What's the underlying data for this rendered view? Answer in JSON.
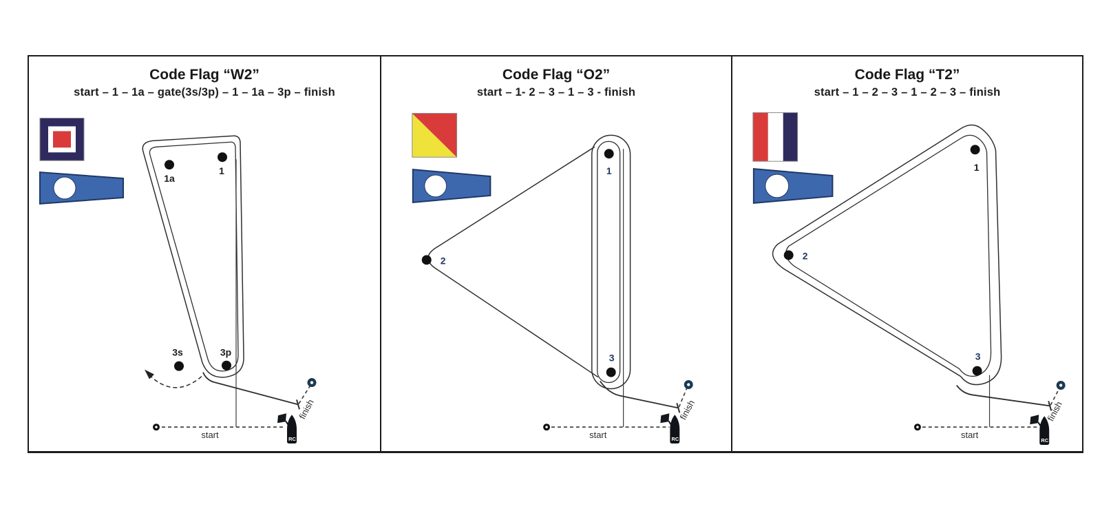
{
  "colors": {
    "frame_border": "#1c1c1c",
    "course_line": "#2e2e2e",
    "flag_navy": "#2e2a5e",
    "flag_red": "#d93b3b",
    "flag_yellow": "#efe23b",
    "flag_white": "#ffffff",
    "pennant_blue": "#3e68ae",
    "pennant_border": "#1f3864",
    "buoy_navy": "#1b3a52",
    "boat_black": "#101418",
    "mark_label_dark": "#1a1a1a",
    "mark_label_navy": "#1f3864"
  },
  "panels": [
    {
      "title": "Code Flag “W2”",
      "sequence": "start – 1 – 1a – gate(3s/3p) – 1 – 1a – 3p – finish",
      "flag_code": "W",
      "pennant": "numeral-2-pennant",
      "marks": [
        {
          "label": "1a"
        },
        {
          "label": "1"
        },
        {
          "label": "3s"
        },
        {
          "label": "3p"
        }
      ],
      "start_label": "start",
      "finish_label": "finish",
      "rc_label": "RC"
    },
    {
      "title": "Code Flag “O2”",
      "sequence": "start – 1- 2 – 3 – 1 – 3 - finish",
      "flag_code": "O",
      "pennant": "numeral-2-pennant",
      "marks": [
        {
          "label": "1"
        },
        {
          "label": "2"
        },
        {
          "label": "3"
        }
      ],
      "start_label": "start",
      "finish_label": "finish",
      "rc_label": "RC"
    },
    {
      "title": "Code Flag “T2”",
      "sequence": "start – 1 – 2 – 3 – 1 – 2 – 3 – finish",
      "flag_code": "T",
      "pennant": "numeral-2-pennant",
      "marks": [
        {
          "label": "1"
        },
        {
          "label": "2"
        },
        {
          "label": "3"
        }
      ],
      "start_label": "start",
      "finish_label": "finish",
      "rc_label": "RC"
    }
  ]
}
